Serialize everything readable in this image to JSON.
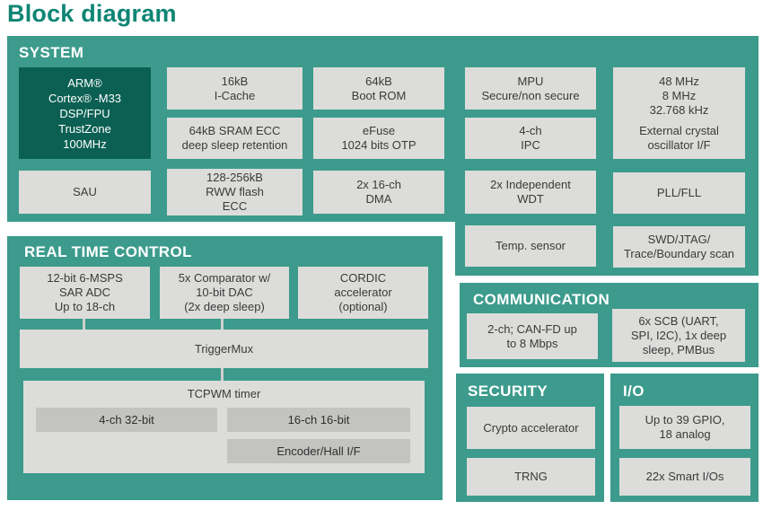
{
  "title": "Block diagram",
  "colors": {
    "teal": "#3C9B8C",
    "teal_dark": "#0B6053",
    "block_gray": "#DCDCDA",
    "sub_gray": "#C3C3C1",
    "title_teal": "#0E8574",
    "block_text": "#3A3A3A"
  },
  "system": {
    "label": "SYSTEM",
    "cpu": "ARM®\nCortex® -M33\nDSP/FPU\nTrustZone\n100MHz",
    "sau": "SAU",
    "icache": "16kB\nI-Cache",
    "sram": "64kB SRAM ECC\ndeep sleep retention",
    "flash": "128-256kB\nRWW flash\nECC",
    "bootrom": "64kB\nBoot ROM",
    "efuse": "eFuse\n1024 bits OTP",
    "dma": "2x 16-ch\nDMA",
    "mpu": "MPU\nSecure/non secure",
    "ipc": "4-ch\nIPC",
    "wdt": "2x Independent\nWDT",
    "temp_sensor": "Temp. sensor",
    "clocks": "48 MHz\n8 MHz\n32.768 kHz",
    "crystal": "External crystal\noscillator I/F",
    "pll": "PLL/FLL",
    "debug": "SWD/JTAG/\nTrace/Boundary scan"
  },
  "real_time_control": {
    "label": "REAL TIME CONTROL",
    "adc": "12-bit 6-MSPS\nSAR ADC\nUp to 18-ch",
    "comparator": "5x Comparator w/\n10-bit DAC\n(2x deep sleep)",
    "cordic": "CORDIC\naccelerator\n(optional)",
    "triggermux": "TriggerMux",
    "tcpwm_title": "TCPWM timer",
    "tcpwm_32bit": "4-ch 32-bit",
    "tcpwm_16bit": "16-ch 16-bit",
    "encoder": "Encoder/Hall I/F"
  },
  "communication": {
    "label": "COMMUNICATION",
    "canfd": "2-ch; CAN-FD up\nto 8 Mbps",
    "scb": "6x SCB (UART,\nSPI, I2C), 1x deep\nsleep, PMBus"
  },
  "security": {
    "label": "SECURITY",
    "crypto": "Crypto accelerator",
    "trng": "TRNG"
  },
  "io": {
    "label": "I/O",
    "gpio": "Up to 39 GPIO,\n18 analog",
    "smart_io": "22x Smart I/Os"
  }
}
